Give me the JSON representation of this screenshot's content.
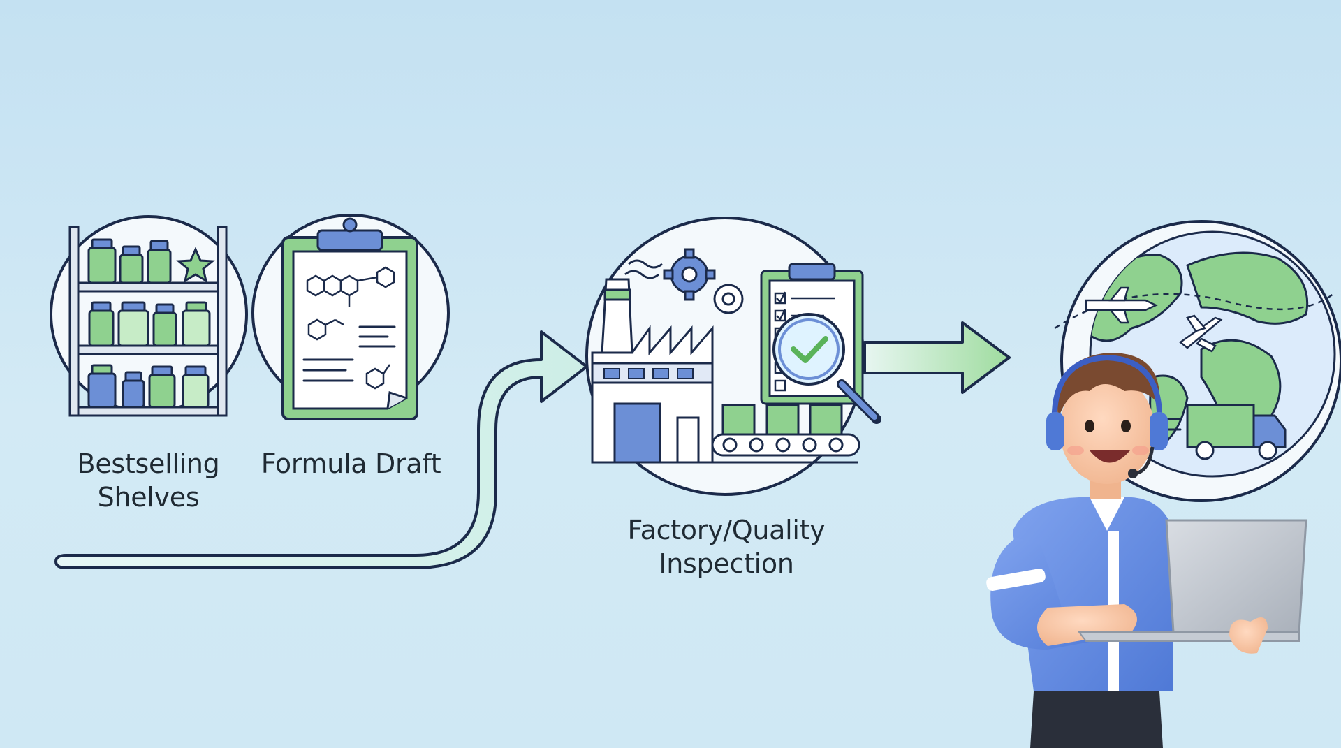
{
  "steps": {
    "shelves": {
      "line1": "Bestselling",
      "line2": "Shelves"
    },
    "formula": {
      "label": "Formula Draft"
    },
    "factory": {
      "line1": "Factory/Quality",
      "line2": "Inspection"
    },
    "shipping": {
      "label": ""
    }
  },
  "colors": {
    "outline": "#1b2a4a",
    "green": "#8fd18f",
    "green_light": "#c7ecc7",
    "blue": "#6c8fd6",
    "blue_light": "#a9c0ee",
    "arrow_fill": "#dff4ef",
    "circle_fill": "#f4f9fc"
  }
}
